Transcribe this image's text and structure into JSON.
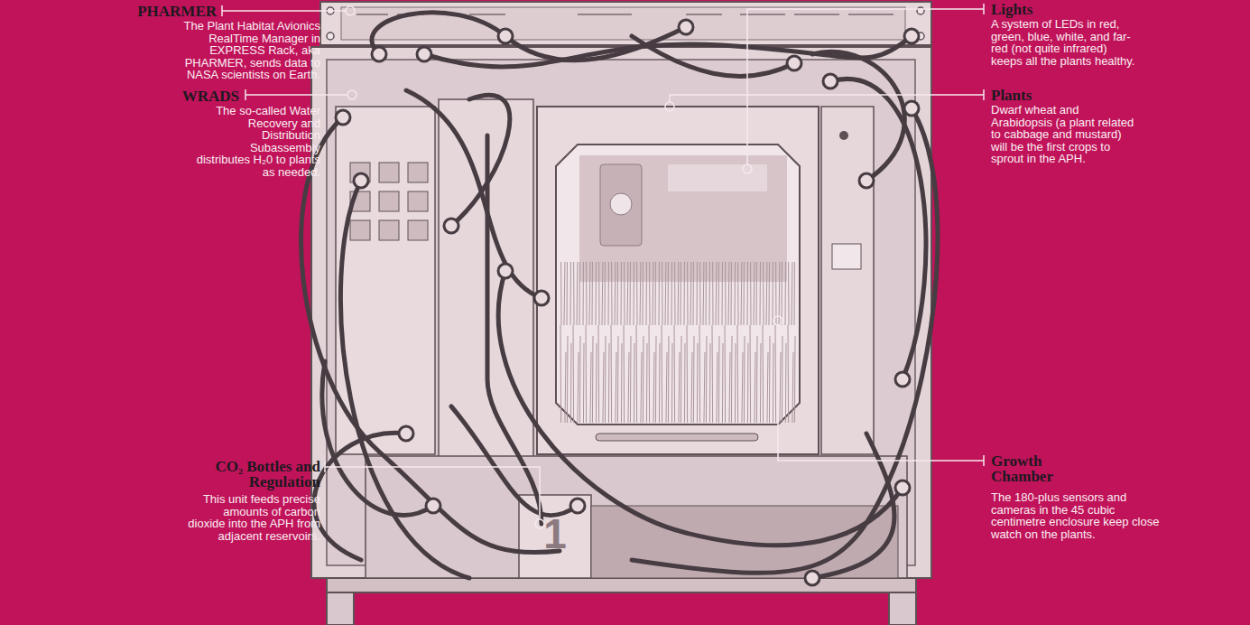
{
  "diagram": {
    "labels": [
      "PHARMER",
      "The Plant Habitat Avionics RealTime Manager in EXPRESS Rack, aka PHARMER, sends data to NASA scientists on Earth.",
      "WRADS",
      "The so-called Water Recovery and Distribution Subassembly distributes H₂0 to plants as needed.",
      "CO₂ Bottles and Regulation",
      "This unit feeds precise amounts of carbon dioxide into the APH from adjacent reservoirs.",
      "Lights",
      "A system of LEDs in red, green, blue, white, and far-red (not quite infrared) keeps all the plants healthy.",
      "Plants",
      "Dwarf wheat and Arabidopsis (a plant related to cabbage and mustard) will be the first crops to sprout in the APH.",
      "Growth Chamber",
      "The 180-plus sensors and cameras in the 45 cubic centimetre enclosure keep close watch on the plants.",
      "1"
    ]
  }
}
